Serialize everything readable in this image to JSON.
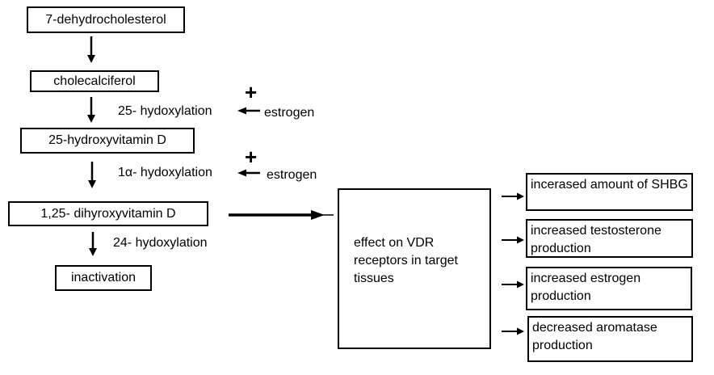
{
  "diagram": {
    "title_semantic": "vitamin D metabolism flowchart",
    "colors": {
      "background": "#ffffff",
      "line": "#000000",
      "text": "#000000"
    },
    "pathway": [
      {
        "label": "7-dehydrocholesterol"
      },
      {
        "label": "cholecalciferol"
      },
      {
        "label": "25-hydroxyvitamin D"
      },
      {
        "label": "1,25- dihyroxyvitamin D"
      },
      {
        "label": "inactivation"
      }
    ],
    "reactions": [
      {
        "label": "25- hydoxylation"
      },
      {
        "label": "1α- hydoxylation"
      },
      {
        "label": "24- hydoxylation"
      }
    ],
    "modulators": [
      {
        "sign": "+",
        "label": "estrogen"
      },
      {
        "sign": "+",
        "label": "estrogen"
      }
    ],
    "vdr": {
      "label": "effect on VDR receptors in target tissues"
    },
    "effects": [
      {
        "label": "incerased amount of SHBG"
      },
      {
        "label": "increased testosterone production"
      },
      {
        "label": "increased estrogen production"
      },
      {
        "label": "decreased aromatase production"
      }
    ]
  }
}
